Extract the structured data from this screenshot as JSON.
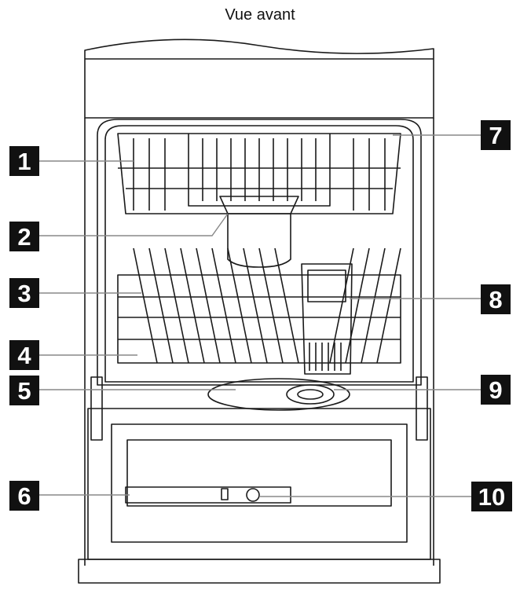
{
  "title": "Vue avant",
  "callouts": [
    {
      "id": "1",
      "side": "left"
    },
    {
      "id": "2",
      "side": "left"
    },
    {
      "id": "3",
      "side": "left"
    },
    {
      "id": "4",
      "side": "left"
    },
    {
      "id": "5",
      "side": "left"
    },
    {
      "id": "6",
      "side": "left"
    },
    {
      "id": "7",
      "side": "right"
    },
    {
      "id": "8",
      "side": "right"
    },
    {
      "id": "9",
      "side": "right"
    },
    {
      "id": "10",
      "side": "right"
    }
  ],
  "colors": {
    "line": "#1a1a1a",
    "badge": "#111111",
    "leader": "#888888"
  }
}
